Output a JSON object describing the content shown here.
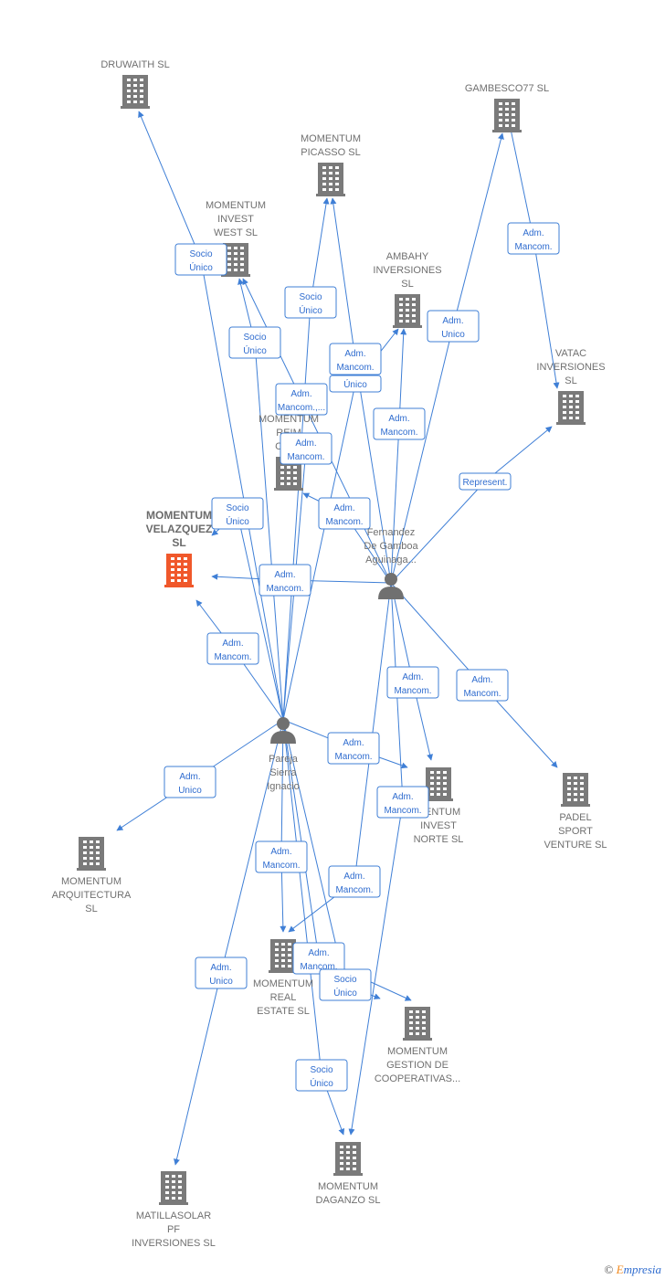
{
  "colors": {
    "company": "#7a7a7a",
    "highlight": "#f0582b",
    "person": "#707070",
    "edge": "#3f7fd6"
  },
  "nodes": [
    {
      "id": "druwaith",
      "type": "company",
      "lines": [
        "DRUWAITH  SL"
      ]
    },
    {
      "id": "gambesco",
      "type": "company",
      "lines": [
        "GAMBESCO77 SL"
      ]
    },
    {
      "id": "picasso",
      "type": "company",
      "lines": [
        "MOMENTUM",
        "PICASSO  SL"
      ]
    },
    {
      "id": "investwest",
      "type": "company",
      "lines": [
        "MOMENTUM",
        "INVEST",
        "WEST  SL"
      ]
    },
    {
      "id": "ambahy",
      "type": "company",
      "lines": [
        "AMBAHY",
        "INVERSIONES",
        "SL"
      ]
    },
    {
      "id": "vatac",
      "type": "company",
      "lines": [
        "VATAC",
        "INVERSIONES",
        "SL"
      ]
    },
    {
      "id": "reim",
      "type": "company",
      "lines": [
        "MOMENTUM",
        "REIM",
        "CART"
      ]
    },
    {
      "id": "velazquez",
      "type": "company",
      "highlight": true,
      "lines": [
        "MOMENTUM",
        "VELAZQUEZ",
        "SL"
      ]
    },
    {
      "id": "fernandez",
      "type": "person",
      "lines": [
        "Fernandez",
        "De Gamboa",
        "Aguinaga..."
      ]
    },
    {
      "id": "pareja",
      "type": "person",
      "lines": [
        "Pareja",
        "Sierra",
        "Ignacio"
      ]
    },
    {
      "id": "investnorte",
      "type": "company",
      "lines": [
        "MENTUM",
        "INVEST",
        "NORTE  SL"
      ]
    },
    {
      "id": "padel",
      "type": "company",
      "lines": [
        "PADEL",
        "SPORT",
        "VENTURE  SL"
      ]
    },
    {
      "id": "arquitectura",
      "type": "company",
      "lines": [
        "MOMENTUM",
        "ARQUITECTURA",
        "SL"
      ]
    },
    {
      "id": "realestate",
      "type": "company",
      "lines": [
        "MOMENTUM",
        "REAL",
        "ESTATE SL"
      ]
    },
    {
      "id": "gestion",
      "type": "company",
      "lines": [
        "MOMENTUM",
        "GESTION DE",
        "COOPERATIVAS..."
      ]
    },
    {
      "id": "daganzo",
      "type": "company",
      "lines": [
        "MOMENTUM",
        "DAGANZO  SL"
      ]
    },
    {
      "id": "matillasolar",
      "type": "company",
      "lines": [
        "MATILLASOLAR",
        "PF",
        "INVERSIONES SL"
      ]
    }
  ],
  "edges": [
    {
      "from": "pareja",
      "to": "druwaith",
      "lines": [
        "Socio",
        "Único"
      ]
    },
    {
      "from": "fernandez",
      "to": "gambesco",
      "lines": [
        "Adm.",
        "Unico"
      ]
    },
    {
      "from": "gambesco",
      "to": "vatac",
      "lines": [
        "Adm.",
        "Mancom."
      ]
    },
    {
      "from": "pareja",
      "to": "picasso",
      "lines": [
        "Socio",
        "Único"
      ]
    },
    {
      "from": "fernandez",
      "to": "picasso",
      "lines": [
        "Adm.",
        "Mancom."
      ]
    },
    {
      "from": "pareja",
      "to": "investwest",
      "lines": [
        "Socio",
        "Único"
      ]
    },
    {
      "from": "fernandez",
      "to": "investwest",
      "lines": [
        "Adm.",
        "Mancom.,..."
      ]
    },
    {
      "from": "fernandez",
      "to": "ambahy",
      "lines": [
        "Adm.",
        "Mancom."
      ]
    },
    {
      "from": "pareja",
      "to": "ambahy",
      "lines": [
        "Único"
      ]
    },
    {
      "from": "fernandez",
      "to": "vatac",
      "lines": [
        "Represent."
      ]
    },
    {
      "from": "pareja",
      "to": "reim",
      "lines": [
        "Adm.",
        "Mancom."
      ]
    },
    {
      "from": "fernandez",
      "to": "reim",
      "lines": [
        "Adm.",
        "Mancom."
      ]
    },
    {
      "from": "pareja",
      "to": "velazquez",
      "lines": [
        "Socio",
        "Único"
      ]
    },
    {
      "from": "fernandez",
      "to": "velazquez",
      "lines": [
        "Adm.",
        "Mancom."
      ]
    },
    {
      "from": "pareja",
      "to": "velazquez",
      "lines": [
        "Adm.",
        "Mancom."
      ]
    },
    {
      "from": "fernandez",
      "to": "investnorte",
      "lines": [
        "Adm.",
        "Mancom."
      ]
    },
    {
      "from": "pareja",
      "to": "investnorte",
      "lines": [
        "Adm.",
        "Mancom."
      ]
    },
    {
      "from": "fernandez",
      "to": "padel",
      "lines": [
        "Adm.",
        "Mancom."
      ]
    },
    {
      "from": "pareja",
      "to": "arquitectura",
      "lines": [
        "Adm.",
        "Unico"
      ]
    },
    {
      "from": "pareja",
      "to": "realestate",
      "lines": [
        "Adm.",
        "Mancom."
      ]
    },
    {
      "from": "fernandez",
      "to": "realestate",
      "lines": [
        "Adm.",
        "Mancom."
      ]
    },
    {
      "from": "pareja",
      "to": "gestion",
      "lines": [
        "Adm.",
        "Mancom."
      ]
    },
    {
      "from": "pareja",
      "to": "daganzo",
      "lines": [
        "Socio",
        "Único"
      ]
    },
    {
      "from": "fernandez",
      "to": "daganzo",
      "lines": [
        "Adm.",
        "Mancom."
      ]
    },
    {
      "from": "pareja",
      "to": "matillasolar",
      "lines": [
        "Adm.",
        "Unico"
      ]
    },
    {
      "from": "pareja",
      "to": "gestion",
      "lines": [
        "Socio",
        "Único"
      ]
    }
  ],
  "footer": {
    "copyright": "©",
    "brand_e": "E",
    "brand_rest": "mpresia"
  }
}
